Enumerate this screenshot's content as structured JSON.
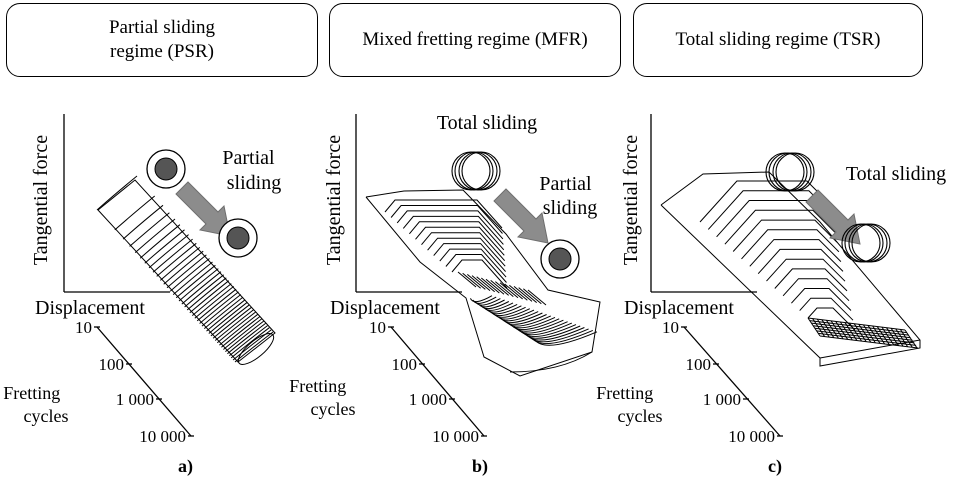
{
  "panels": [
    {
      "header": "Partial sliding\nregime (PSR)",
      "y_axis": "Tangential force",
      "x_axis": "Displacement",
      "depth_ticks": [
        "10",
        "100",
        "1 000",
        "10 000"
      ],
      "depth_label": [
        "Fretting",
        "cycles"
      ],
      "annotations": [
        {
          "lines": [
            "Partial",
            "sliding"
          ],
          "icon": "partial-sliding-contact-icon"
        }
      ],
      "end_icon": "partial-sliding-contact-icon",
      "caption": "a)"
    },
    {
      "header": "Mixed fretting regime (MFR)",
      "y_axis": "Tangential force",
      "x_axis": "Displacement",
      "depth_ticks": [
        "10",
        "100",
        "1 000",
        "10 000"
      ],
      "depth_label": [
        "Fretting",
        "cycles"
      ],
      "annotations": [
        {
          "lines": [
            "Total sliding"
          ],
          "icon": "total-sliding-contact-icon"
        },
        {
          "lines": [
            "Partial",
            "sliding"
          ],
          "icon": "partial-sliding-contact-icon"
        }
      ],
      "caption": "b)"
    },
    {
      "header": "Total sliding regime (TSR)",
      "y_axis": "Tangential force",
      "x_axis": "Displacement",
      "depth_ticks": [
        "10",
        "100",
        "1 000",
        "10 000"
      ],
      "depth_label": [
        "Fretting",
        "cycles"
      ],
      "annotations": [
        {
          "lines": [
            "Total sliding"
          ],
          "icon": "total-sliding-contact-icon"
        }
      ],
      "end_icon": "total-sliding-contact-icon",
      "caption": "c)"
    }
  ],
  "colors": {
    "line": "#000000",
    "arrow_fill": "#8c8c8c",
    "contact_core": "#555555",
    "background": "#ffffff"
  }
}
